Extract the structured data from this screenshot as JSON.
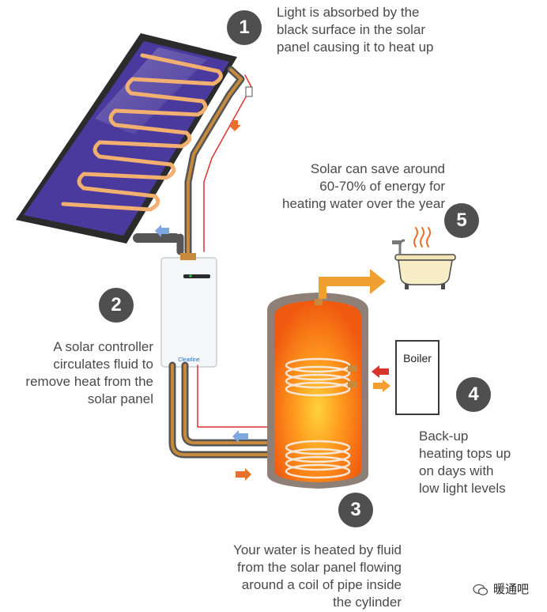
{
  "badges": [
    "1",
    "2",
    "3",
    "4",
    "5"
  ],
  "captions": {
    "step1": "Light is absorbed by the\nblack surface in the solar\npanel causing it to heat up",
    "step2": "A solar controller\ncirculates fluid to\nremove heat from the\nsolar panel",
    "step3": "Your water is heated by fluid\nfrom the solar panel flowing\naround a coil of pipe inside\nthe cylinder",
    "step4": "Back-up\nheating tops up\non days with\nlow light levels",
    "step5": "Solar can save around\n60-70% of energy for\nheating water over the year"
  },
  "boiler_label": "Boiler",
  "controller_brand": "Clearline",
  "watermark": "暖通吧",
  "icons": [
    "flame-icon",
    "steam-icon",
    "bathtub-icon",
    "wechat-icon"
  ],
  "colors": {
    "panel": "#4b3a9e",
    "pipe_copper": "#c78a3c",
    "pipe_dark": "#555555",
    "hot_arrow": "#f0a030",
    "cold_arrow": "#7fa8e0",
    "red_arrow": "#d8342c",
    "badge": "#4f4f4f"
  }
}
